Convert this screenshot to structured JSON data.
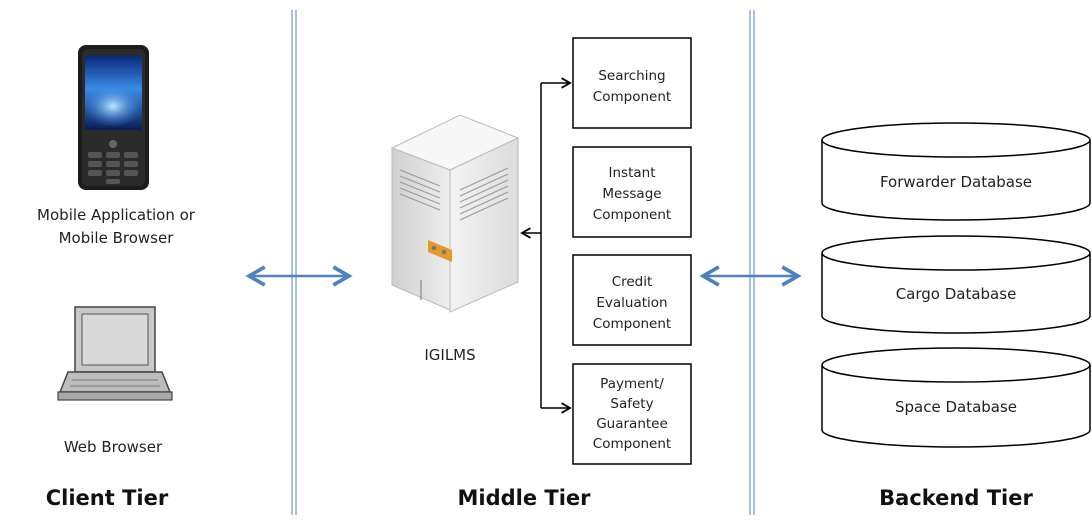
{
  "client": {
    "mobile_label_line1": "Mobile Application or",
    "mobile_label_line2": "Mobile Browser",
    "web_label": "Web Browser",
    "tier_title": "Client Tier"
  },
  "middle": {
    "server_label": "IGILMS",
    "tier_title": "Middle Tier",
    "components": [
      {
        "lines": [
          "Searching",
          "Component"
        ]
      },
      {
        "lines": [
          "Instant",
          "Message",
          "Component"
        ]
      },
      {
        "lines": [
          "Credit",
          "Evaluation",
          "Component"
        ]
      },
      {
        "lines": [
          "Payment/",
          "Safety",
          "Guarantee",
          "Component"
        ]
      }
    ]
  },
  "backend": {
    "tier_title": "Backend Tier",
    "databases": [
      {
        "name": "Forwarder Database"
      },
      {
        "name": "Cargo Database"
      },
      {
        "name": "Space Database"
      }
    ]
  },
  "colors": {
    "divider": "#8eaadb",
    "arrow": "#4f81bd",
    "outline": "#000000"
  }
}
